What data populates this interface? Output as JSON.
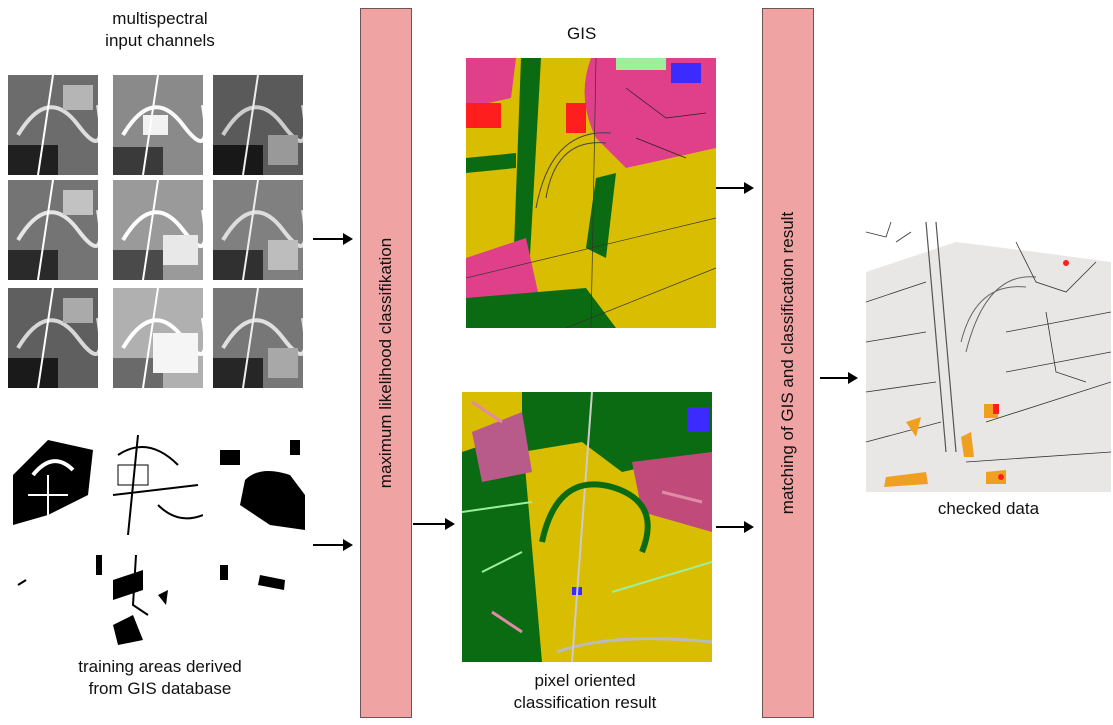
{
  "labels": {
    "multispectral_line1": "multispectral",
    "multispectral_line2": "input channels",
    "training_line1": "training areas derived",
    "training_line2": "from GIS database",
    "gis": "GIS",
    "pixel_line1": "pixel oriented",
    "pixel_line2": "classification result",
    "checked": "checked data"
  },
  "bars": {
    "classification": "maximum likelihood classifikation",
    "matching": "matching of GIS and classification result"
  },
  "colors": {
    "bar_fill": "#f0a3a3",
    "urban_magenta": "#e0408a",
    "field_yellow": "#d9bd00",
    "forest_green": "#0a6b12",
    "water_blue": "#3b2bff",
    "alert_red": "#ff1e1e",
    "light_green": "#9cf09c",
    "flag_orange": "#f0a020",
    "checked_gray": "#e9e6e6"
  },
  "icons": {
    "arrow": "arrow-right-icon"
  }
}
